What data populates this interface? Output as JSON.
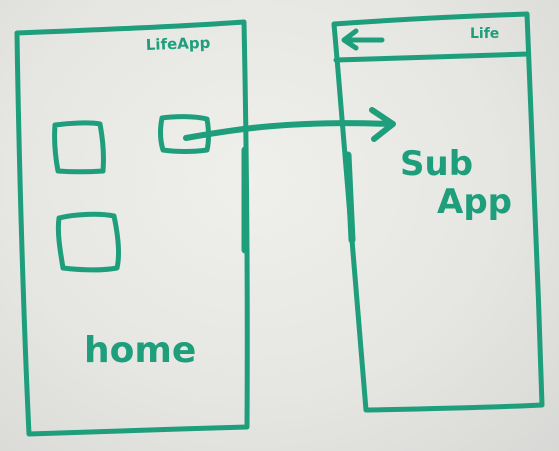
{
  "whiteboard": {
    "marker_color": "#1e9e7b",
    "left_phone": {
      "header_text": "LifeApp",
      "home_label": "home"
    },
    "right_phone": {
      "header_text": "Life",
      "back_icon": "left-arrow-icon",
      "screen_label_line1": "Sub",
      "screen_label_line2": "App"
    },
    "connector_icon": "right-arrow-icon"
  }
}
